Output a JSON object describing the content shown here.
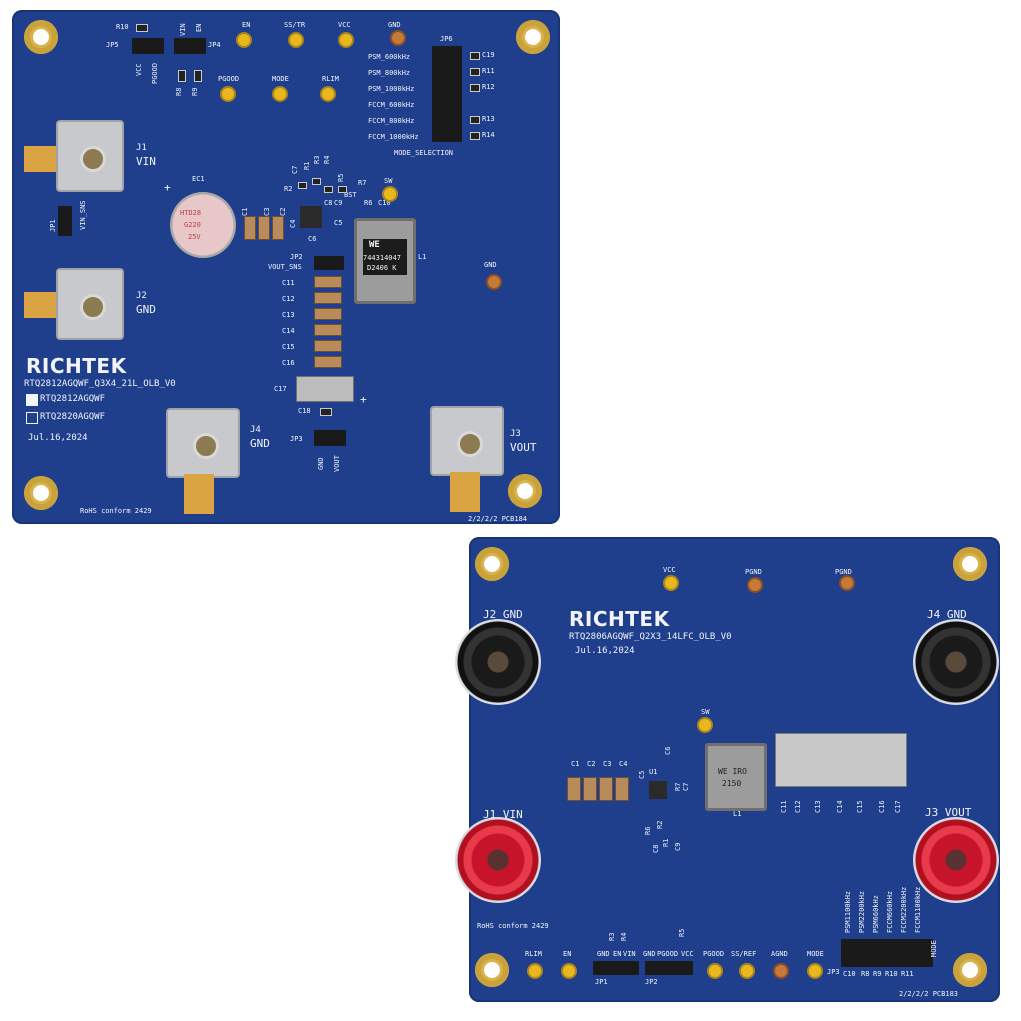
{
  "board1": {
    "brand": "RICHTEK",
    "board_name": "RTQ2812AGQWF_Q3X4_21L_OLB_V0",
    "variant_checked": "RTQ2812AGQWF",
    "variant_unchecked": "RTQ2820AGQWF",
    "date": "Jul.16,2024",
    "rohs": "RoHS conform 2429",
    "pcb_id": "2/2/2/2 PCB184",
    "jumpers": {
      "jp5": "JP5",
      "jp4": "JP4",
      "jp6": "JP6",
      "jp1": "JP1",
      "jp2": "JP2",
      "jp3": "JP3"
    },
    "header_labels": {
      "vcc": "VCC",
      "pgood": "PGOOD",
      "vin": "VIN",
      "en": "EN",
      "vin_sns": "VIN_SNS",
      "vout_sns": "VOUT_SNS",
      "gnd": "GND",
      "vout": "VOUT"
    },
    "mode_options": [
      "PSM_600kHz",
      "PSM_800kHz",
      "PSM_1000kHz",
      "FCCM_600kHz",
      "FCCM_800kHz",
      "FCCM_1000kHz"
    ],
    "mode_selection": "MODE_SELECTION",
    "mode_resistors": [
      "C19",
      "R11",
      "R12",
      "R13",
      "R14"
    ],
    "testpoints": {
      "en": "EN",
      "ss_tr": "SS/TR",
      "vcc": "VCC",
      "gnd_top": "GND",
      "pgood": "PGOOD",
      "mode": "MODE",
      "rlim": "RLIM",
      "sw": "SW",
      "gnd_right": "GND"
    },
    "terminals": {
      "j1": "J1",
      "j1_net": "VIN",
      "j2": "J2",
      "j2_net": "GND",
      "j4": "J4",
      "j4_net": "GND",
      "j3": "J3",
      "j3_net": "VOUT"
    },
    "refdes": {
      "r10": "R10",
      "r8": "R8",
      "r9": "R9",
      "ec1": "EC1",
      "c1": "C1",
      "c3": "C3",
      "c2": "C2",
      "c4": "C4",
      "c7": "C7",
      "r1": "R1",
      "r3": "R3",
      "r4": "R4",
      "r5": "R5",
      "r2": "R2",
      "r7": "R7",
      "bst": "BST",
      "c8": "C8",
      "c9": "C9",
      "c5": "C5",
      "r6": "R6",
      "c10": "C10",
      "l1": "L1",
      "c6": "C6",
      "c17": "C17",
      "c18": "C18"
    },
    "cap_labels": [
      "C11",
      "C12",
      "C13",
      "C14",
      "C15",
      "C16"
    ],
    "ec1_marking": [
      "HTD28",
      "G220",
      "25V"
    ],
    "inductor_marking": [
      "WE",
      "744314047",
      "D2406 K"
    ]
  },
  "board2": {
    "brand": "RICHTEK",
    "board_name": "RTQ2806AGQWF_Q2X3_14LFC_OLB_V0",
    "date": "Jul.16,2024",
    "rohs": "RoHS conform 2429",
    "pcb_id": "2/2/2/2 PCB183",
    "terminals": {
      "j2": "J2 GND",
      "j4": "J4 GND",
      "j1": "J1 VIN",
      "j3": "J3 VOUT"
    },
    "testpoints_top": {
      "vcc": "VCC",
      "pgnd1": "PGND",
      "pgnd2": "PGND",
      "sw": "SW"
    },
    "testpoints_bottom": [
      "RLIM",
      "EN",
      "PGOOD",
      "SS/REF",
      "AGND",
      "MODE"
    ],
    "jp1_label": "JP1",
    "jp1_pins": [
      "GND",
      "EN",
      "VIN"
    ],
    "jp2_label": "JP2",
    "jp2_pins": [
      "GND",
      "PGOOD",
      "VCC"
    ],
    "jp3_label": "JP3",
    "mode_options": [
      "PSM1100kHz",
      "PSM2200kHz",
      "PSM660kHz",
      "FCCM660kHz",
      "FCCM2200kHz",
      "FCCM1100kHz"
    ],
    "mode_label": "MODE",
    "refdes": {
      "c1": "C1",
      "c2": "C2",
      "c3": "C3",
      "c4": "C4",
      "c6": "C6",
      "u1": "U1",
      "c5": "C5",
      "r7": "R7",
      "c7": "C7",
      "r6": "R6",
      "r2": "R2",
      "c8": "C8",
      "r1": "R1",
      "c9": "C9",
      "l1": "L1",
      "r3": "R3",
      "r4": "R4",
      "r5": "R5"
    },
    "out_caps": [
      "C11",
      "C12",
      "C13",
      "C14",
      "C15",
      "C16",
      "C17"
    ],
    "bottom_res": [
      "C10",
      "R8",
      "R9",
      "R10",
      "R11"
    ],
    "inductor_marking": [
      "WE IRO",
      "2150"
    ]
  }
}
